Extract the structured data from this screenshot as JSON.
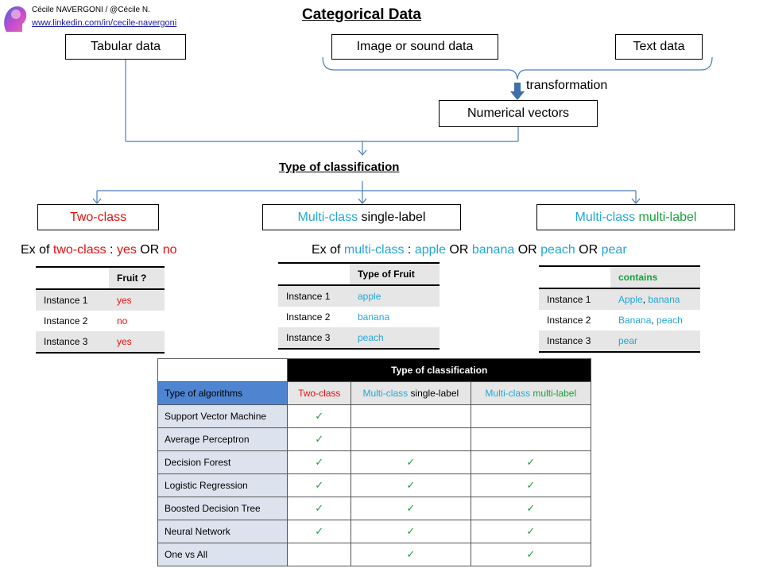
{
  "header": {
    "author": "Cécile NAVERGONI  / @Cécile N.",
    "link": "www.linkedin.com/in/cecile-navergoni",
    "title": "Categorical Data"
  },
  "sources": {
    "tabular": "Tabular data",
    "image_sound": "Image or sound data",
    "text": "Text data",
    "transformation": "transformation",
    "vectors": "Numerical vectors"
  },
  "classification_title": "Type of classification",
  "types": {
    "two_class": "Two-class",
    "multi_single_a": "Multi-class",
    "multi_single_b": " single-label",
    "multi_multi_a": "Multi-class",
    "multi_multi_b": " multi-label"
  },
  "examples": {
    "two": {
      "prefix": "Ex of ",
      "kind": "two-class",
      "sep": " : ",
      "v1": "yes",
      "or": " OR ",
      "v2": "no"
    },
    "multi": {
      "prefix": "Ex of ",
      "kind": "multi-class",
      "sep": " : ",
      "v1": "apple",
      "v2": "banana",
      "v3": "peach",
      "v4": "pear",
      "or": " OR "
    }
  },
  "table_two": {
    "header": "Fruit ?",
    "rows": [
      {
        "label": "Instance 1",
        "value": "yes"
      },
      {
        "label": "Instance 2",
        "value": "no"
      },
      {
        "label": "Instance 3",
        "value": "yes"
      }
    ]
  },
  "table_multi": {
    "header": "Type of Fruit",
    "rows": [
      {
        "label": "Instance 1",
        "value": "apple"
      },
      {
        "label": "Instance 2",
        "value": "banana"
      },
      {
        "label": "Instance 3",
        "value": "peach"
      }
    ]
  },
  "table_label": {
    "header": "contains",
    "rows": [
      {
        "label": "Instance 1",
        "v1": "Apple",
        "sep": ", ",
        "v2": "banana"
      },
      {
        "label": "Instance 2",
        "v1": "Banana",
        "sep": ", ",
        "v2": "peach"
      },
      {
        "label": "Instance 3",
        "v1": "pear",
        "sep": "",
        "v2": ""
      }
    ]
  },
  "algorithms": {
    "top_header": "Type of classification",
    "row_header": "Type of algorithms",
    "col1": "Two-class",
    "col2a": "Multi-class",
    "col2b": " single-label",
    "col3a": "Multi-class",
    "col3b": " multi-label",
    "check": "✓",
    "rows": [
      {
        "name": "Support Vector Machine",
        "two": true,
        "single": false,
        "multi": false
      },
      {
        "name": "Average Perceptron",
        "two": true,
        "single": false,
        "multi": false
      },
      {
        "name": "Decision Forest",
        "two": true,
        "single": true,
        "multi": true
      },
      {
        "name": "Logistic Regression",
        "two": true,
        "single": true,
        "multi": true
      },
      {
        "name": "Boosted Decision Tree",
        "two": true,
        "single": true,
        "multi": true
      },
      {
        "name": "Neural Network",
        "two": true,
        "single": true,
        "multi": true
      },
      {
        "name": "One vs All",
        "two": false,
        "single": true,
        "multi": true
      }
    ]
  }
}
